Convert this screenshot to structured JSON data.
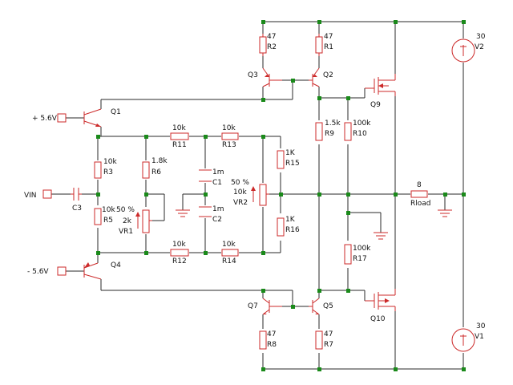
{
  "labels": {
    "q1": "Q1",
    "q2": "Q2",
    "q3": "Q3",
    "q4": "Q4",
    "q5": "Q5",
    "q7": "Q7",
    "q9": "Q9",
    "q10": "Q10",
    "r1_val": "47",
    "r1": "R1",
    "r2_val": "47",
    "r2": "R2",
    "r3_val": "10k",
    "r3": "R3",
    "r5_val": "10k",
    "r5": "R5",
    "r6_val": "1.8k",
    "r6": "R6",
    "r7_val": "47",
    "r7": "R7",
    "r8_val": "47",
    "r8": "R8",
    "r9_val": "1.5k",
    "r9": "R9",
    "r10_val": "100k",
    "r10": "R10",
    "r11_val": "10k",
    "r11": "R11",
    "r12_val": "10k",
    "r12": "R12",
    "r13_val": "10k",
    "r13": "R13",
    "r14_val": "10k",
    "r14": "R14",
    "r15_val": "1K",
    "r15": "R15",
    "r16_val": "1K",
    "r16": "R16",
    "r17_val": "100k",
    "r17": "R17",
    "rload_val": "8",
    "rload": "Rload",
    "c1_val": "1m",
    "c1": "C1",
    "c2_val": "1m",
    "c2": "C2",
    "c3": "C3",
    "vr1_pct": "50 %",
    "vr1_val": "2k",
    "vr1": "VR1",
    "vr2_pct": "50 %",
    "vr2_val": "10k",
    "vr2": "VR2",
    "v1_val": "30",
    "v1": "V1",
    "v2_val": "30",
    "v2": "V2",
    "pos_rail": "+ 5.6V",
    "neg_rail": "- 5.6V",
    "vin": "VIN"
  }
}
